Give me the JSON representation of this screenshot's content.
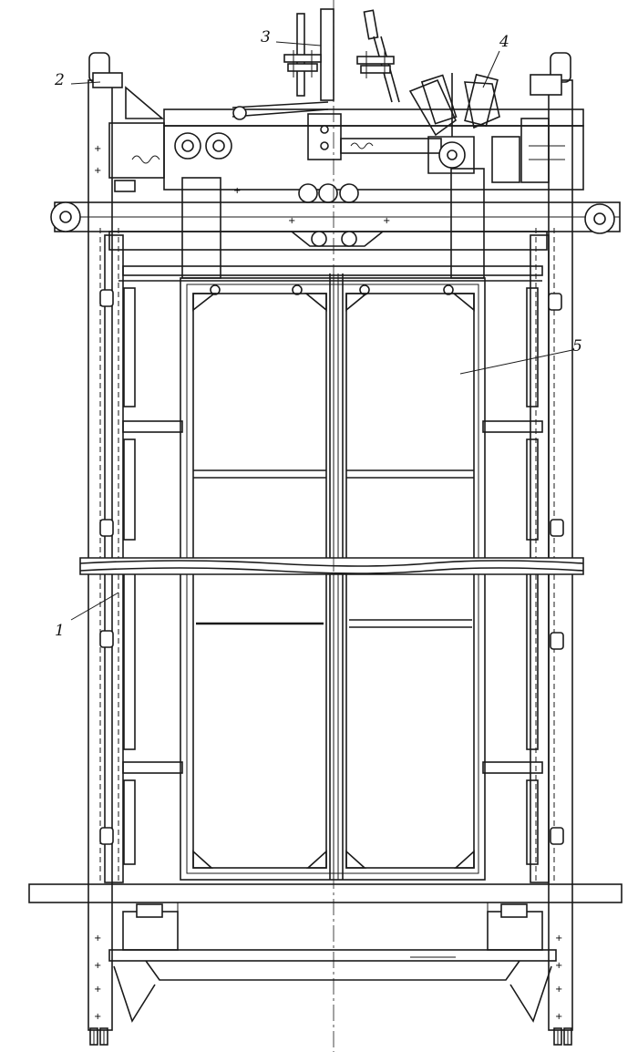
{
  "figure": {
    "callouts": [
      {
        "id": "1",
        "text": "1"
      },
      {
        "id": "2",
        "text": "2"
      },
      {
        "id": "3",
        "text": "3"
      },
      {
        "id": "4",
        "text": "4"
      },
      {
        "id": "5",
        "text": "5"
      }
    ]
  },
  "colors": {
    "ink": "#1a1a1a",
    "paper": "#ffffff"
  }
}
